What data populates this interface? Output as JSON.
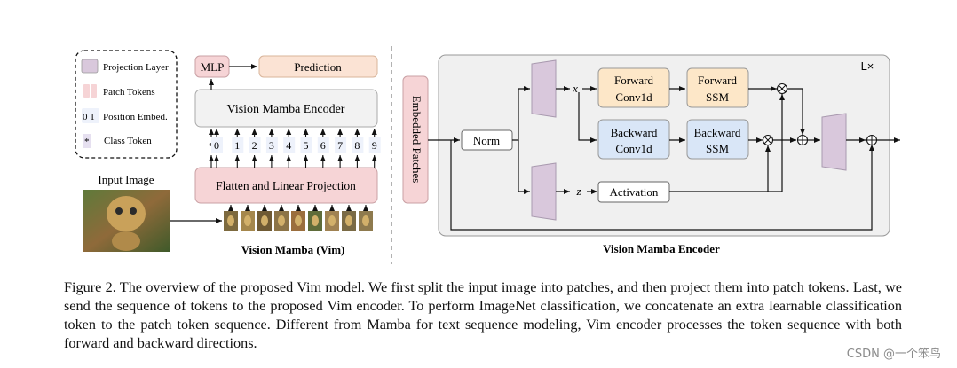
{
  "legend": {
    "projection_layer": "Projection Layer",
    "patch_tokens": "Patch Tokens",
    "position_embed": "Position Embed.",
    "position_embed_sample": "0 1",
    "class_token": "Class Token",
    "class_token_sample": "*"
  },
  "left_panel": {
    "input_image_label": "Input Image",
    "flatten_box": "Flatten and Linear Projection",
    "encoder_box": "Vision Mamba Encoder",
    "mlp_box": "MLP",
    "prediction_box": "Prediction",
    "class_symbol": "*",
    "position_tokens": [
      "0",
      "1",
      "2",
      "3",
      "4",
      "5",
      "6",
      "7",
      "8",
      "9"
    ],
    "title": "Vision Mamba (Vim)"
  },
  "right_panel": {
    "embedded_patches": "Embedded Patches",
    "norm": "Norm",
    "x_label": "x",
    "z_label": "z",
    "forward_conv_line1": "Forward",
    "forward_conv_line2": "Conv1d",
    "forward_ssm_line1": "Forward",
    "forward_ssm_line2": "SSM",
    "backward_conv_line1": "Backward",
    "backward_conv_line2": "Conv1d",
    "backward_ssm_line1": "Backward",
    "backward_ssm_line2": "SSM",
    "activation": "Activation",
    "repeat": "L×",
    "title": "Vision Mamba Encoder"
  },
  "caption": "Figure 2. The overview of the proposed Vim model. We first split the input image into patches, and then project them into patch tokens. Last, we send the sequence of tokens to the proposed Vim encoder. To perform ImageNet classification, we concatenate an extra learnable classification token to the patch token sequence. Different from Mamba for text sequence modeling, Vim encoder processes the token sequence with both forward and backward directions.",
  "watermark": "CSDN @一个笨鸟",
  "colors": {
    "projection": "#d9c8dc",
    "patch": "#f6d4d6",
    "prediction": "#fbe3d4",
    "encoder": "#f2f2f2",
    "forward": "#fde7c8",
    "backward": "#d9e6f7",
    "panel": "#f0f0f0"
  }
}
